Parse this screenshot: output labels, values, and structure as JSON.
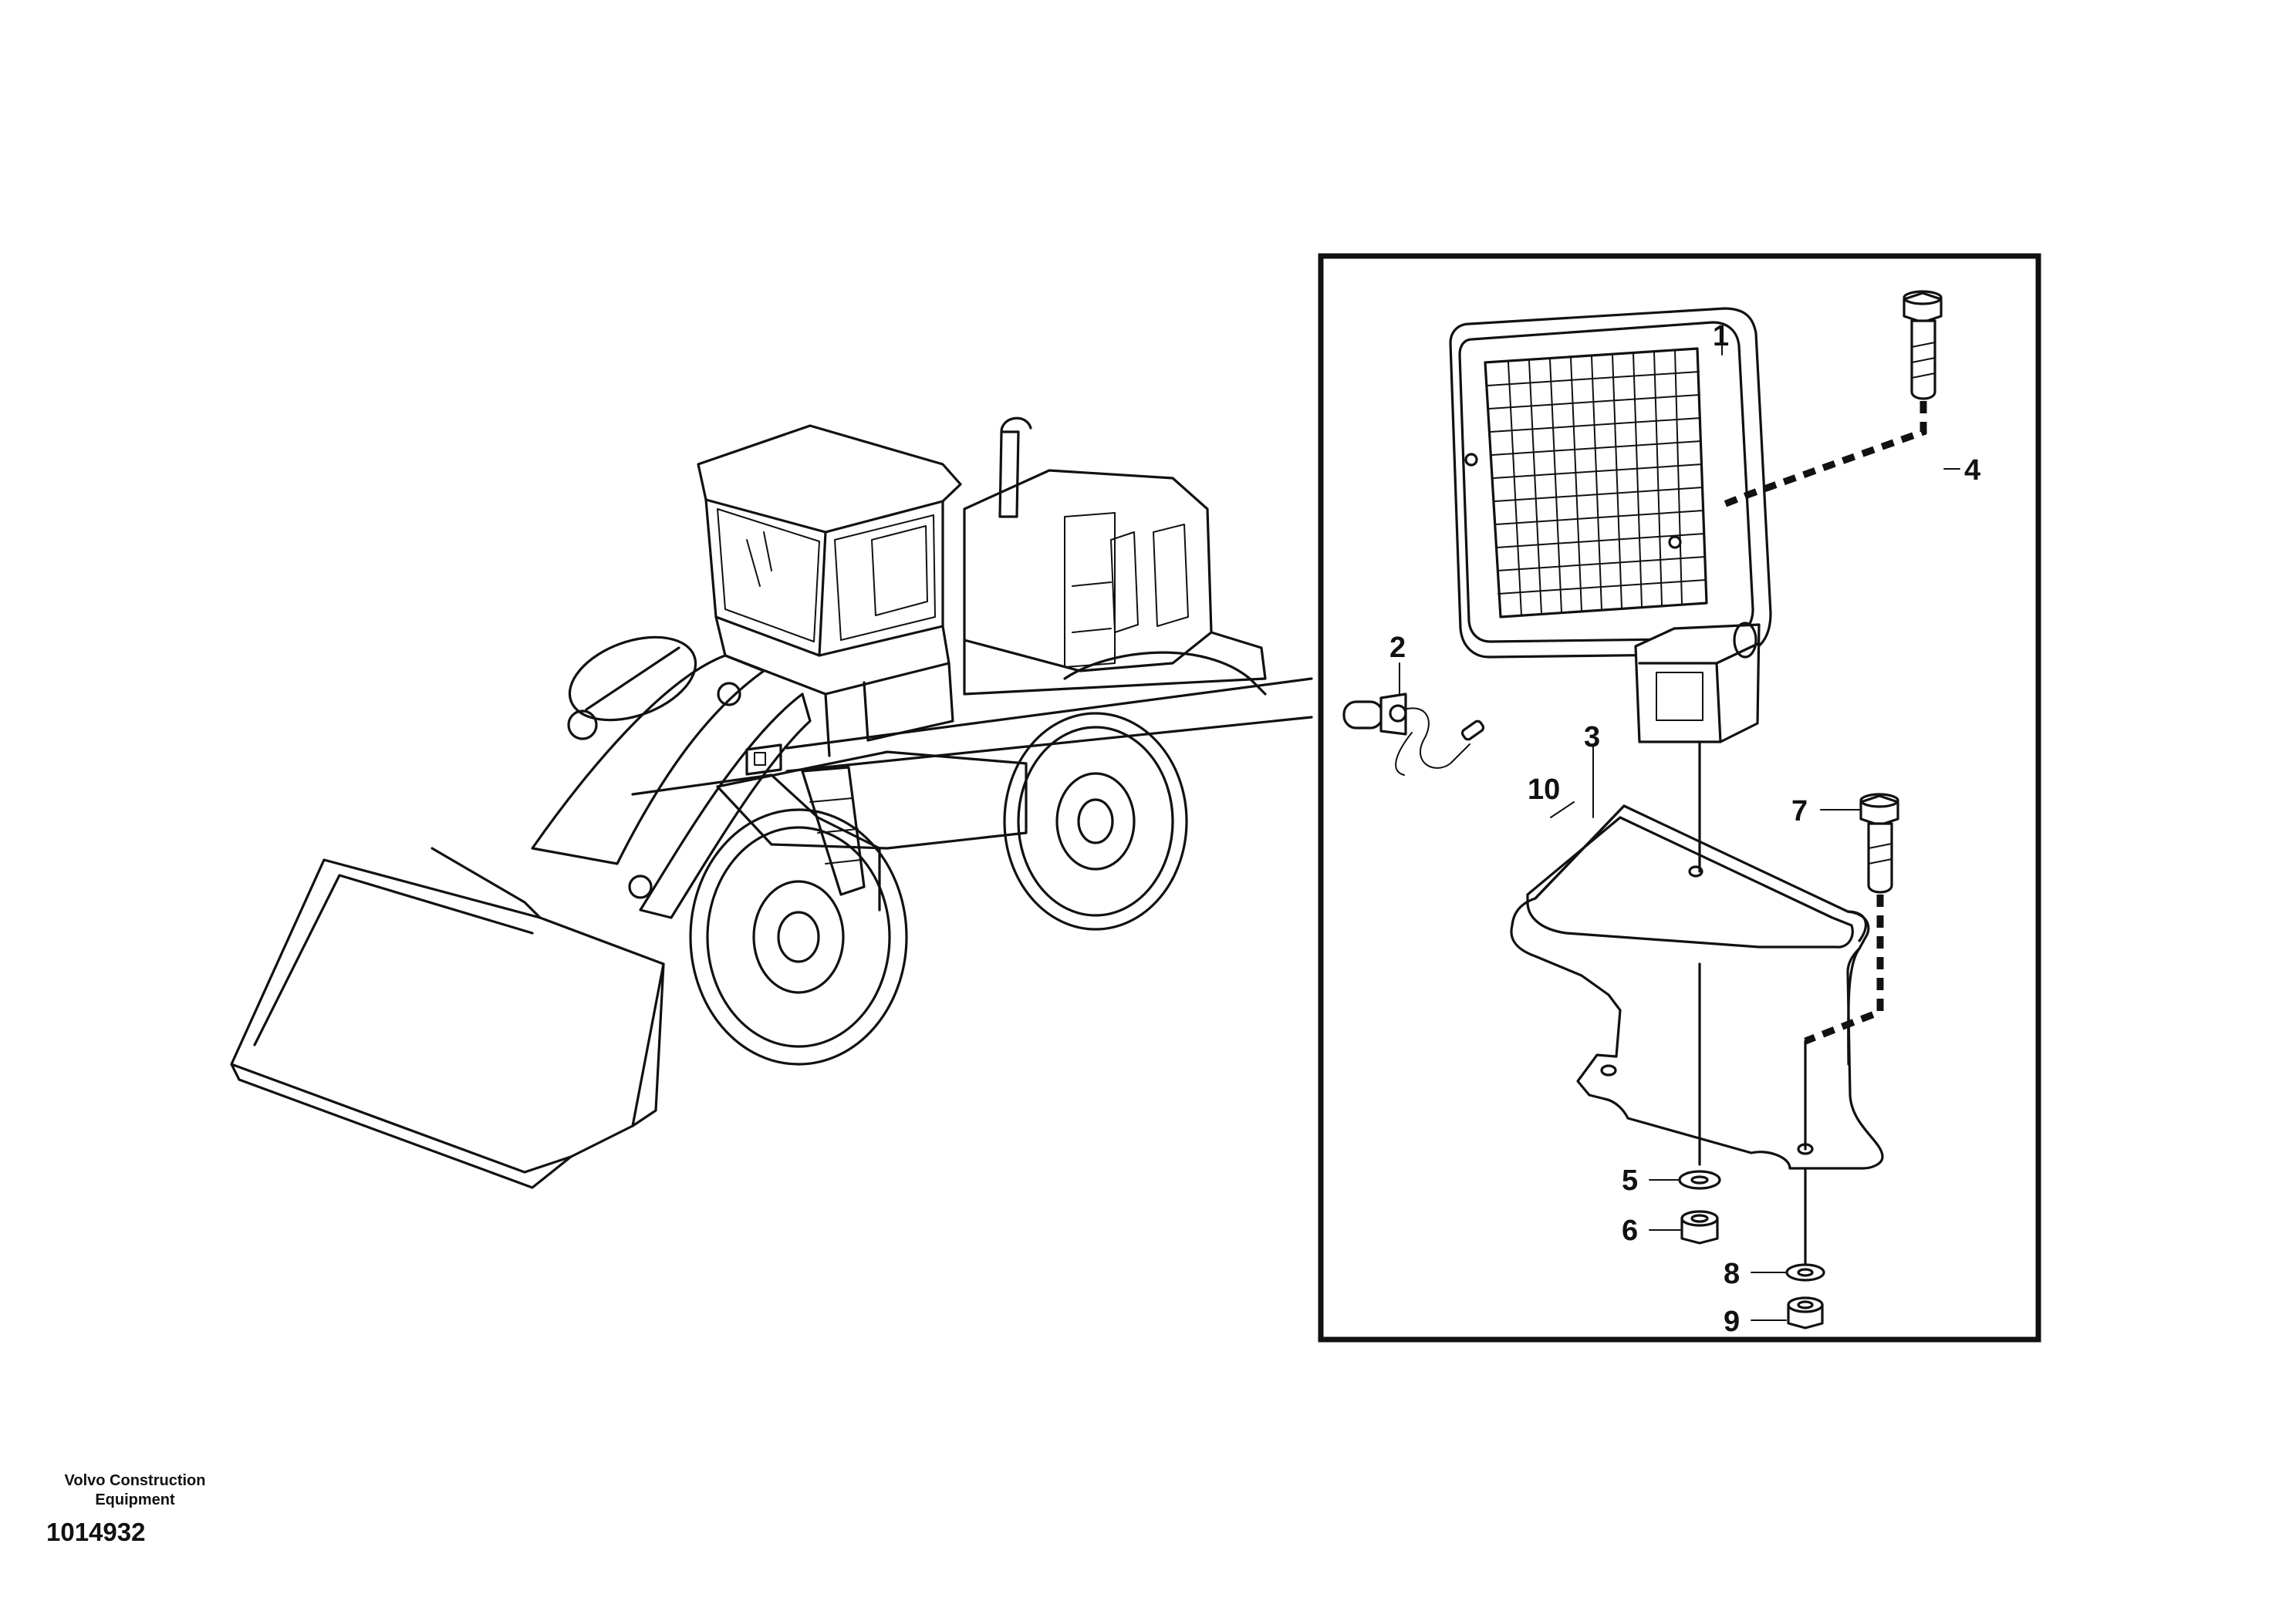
{
  "callouts": {
    "c1": "1",
    "c2": "2",
    "c3": "3",
    "c4": "4",
    "c5": "5",
    "c6": "6",
    "c7": "7",
    "c8": "8",
    "c9": "9",
    "c10": "10"
  },
  "footer": {
    "company_line1": "Volvo Construction",
    "company_line2": "Equipment",
    "drawing_number": "1014932"
  }
}
